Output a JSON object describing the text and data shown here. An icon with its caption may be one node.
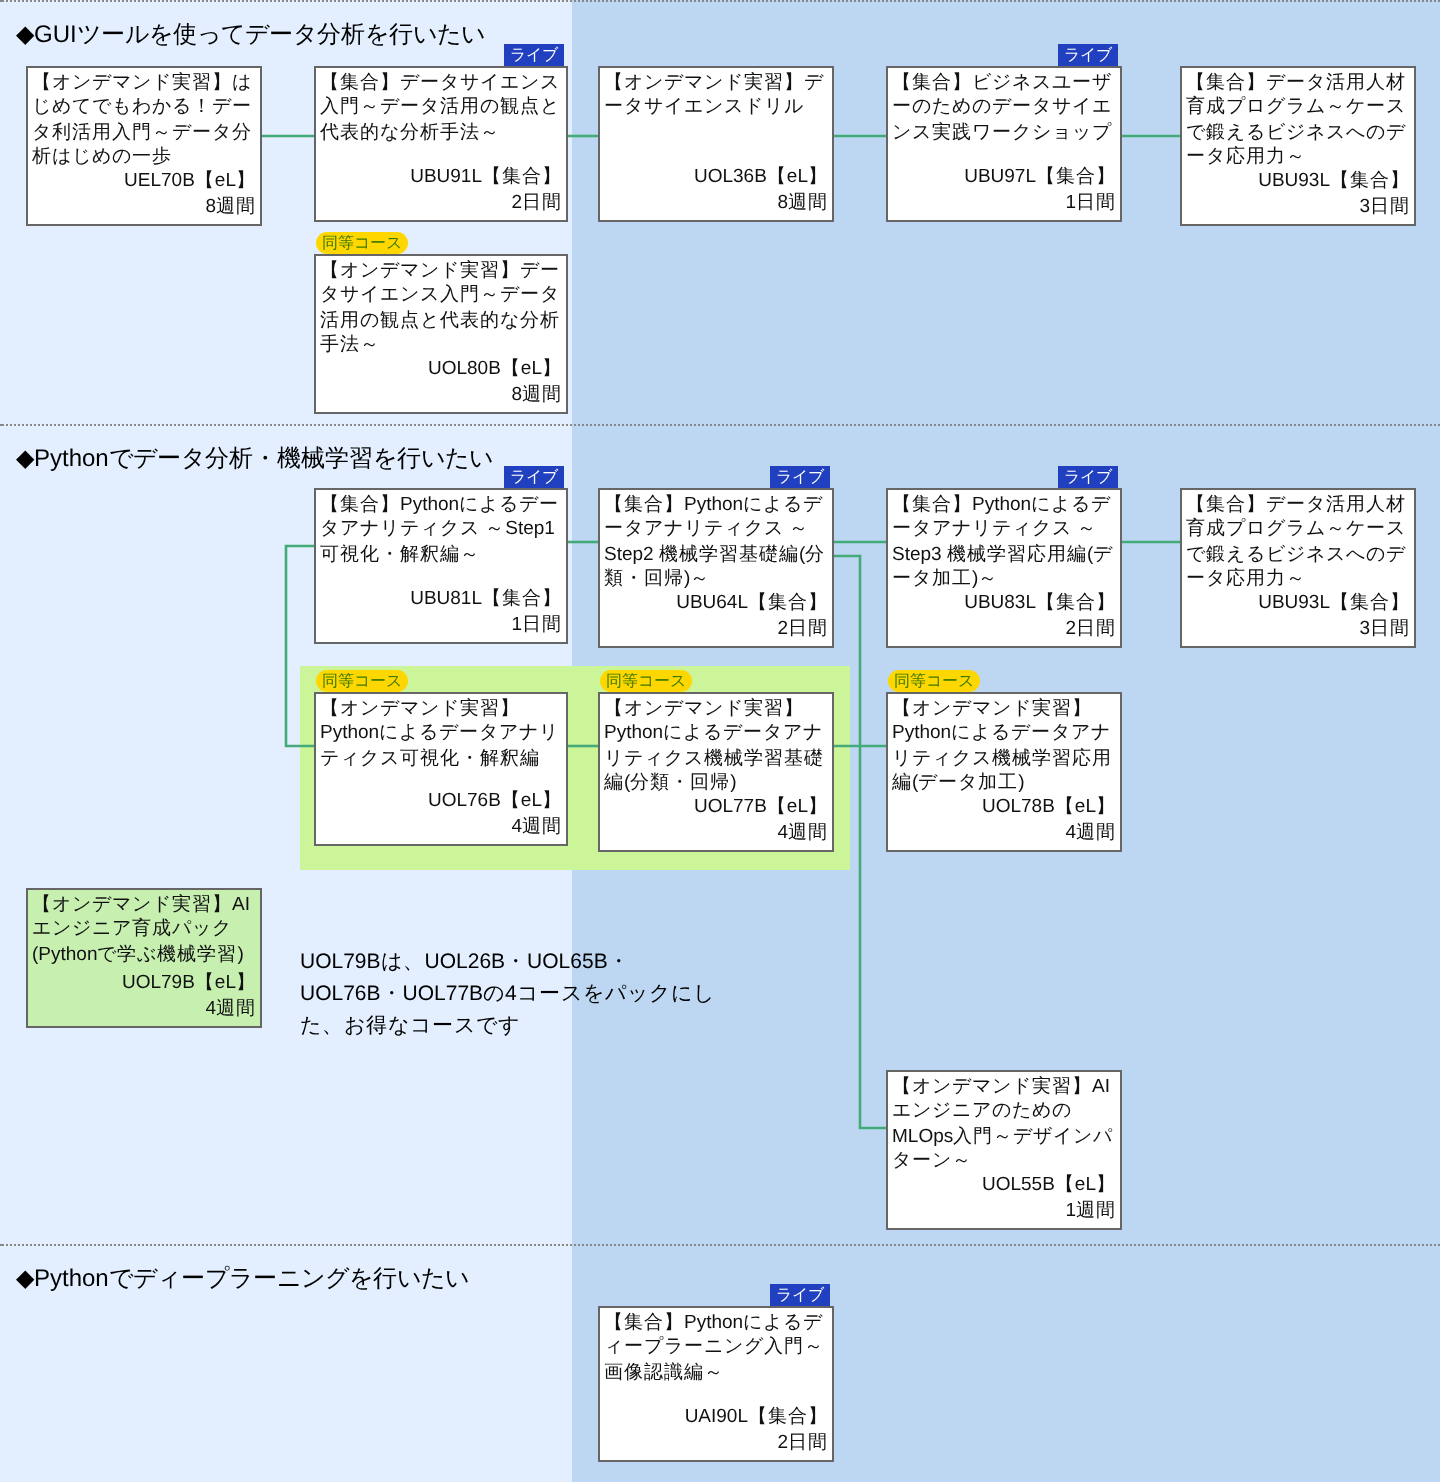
{
  "diagram": {
    "nodes": [
      {
        "text": [
          "◆GUIツールを使ってデータ分析を行いたい"
        ]
      },
      {
        "text": [
          "【オンデマンド実習】はじめてでもわかる！データ利活用入門～データ分析はじめの一歩",
          "UEL70B【eL】",
          "8週間"
        ],
        "in": 0
      },
      {
        "text": [
          "【集合】データサイエンス入門～データ活用の観点と代表的な分析手法～",
          "UBU91L【集合】",
          "2日間"
        ],
        "beside": [
          "ライブ"
        ],
        "in": 0
      },
      {
        "text": [
          "【オンデマンド実習】データサイエンス入門～データ活用の観点と代表的な分析手法～",
          "UOL80B【eL】",
          "8週間"
        ],
        "beside": [
          "同等コース"
        ],
        "in": 0
      },
      {
        "text": [
          "【オンデマンド実習】データサイエンスドリル",
          "UOL36B【eL】",
          "8週間"
        ],
        "in": 0
      },
      {
        "text": [
          "【集合】ビジネスユーザーのためのデータサイエンス実践ワークショップ",
          "UBU97L【集合】",
          "1日間"
        ],
        "beside": [
          "ライブ"
        ],
        "in": 0
      },
      {
        "text": [
          "【集合】データ活用人材育成プログラム～ケースで鍛えるビジネスへのデータ応用力～",
          "UBU93L【集合】",
          "3日間"
        ],
        "in": 0
      },
      {
        "text": [
          "◆Pythonでデータ分析・機械学習を行いたい"
        ]
      },
      {
        "text": [
          "【集合】Pythonによるデータアナリティクス ～Step1 可視化・解釈編～",
          "UBU81L【集合】",
          "1日間"
        ],
        "beside": [
          "ライブ"
        ],
        "in": 7
      },
      {
        "text": [
          "【集合】Pythonによるデータアナリティクス ～Step2 機械学習基礎編(分類・回帰)～",
          "UBU64L【集合】",
          "2日間"
        ],
        "beside": [
          "ライブ"
        ],
        "in": 7
      },
      {
        "text": [
          "【集合】Pythonによるデータアナリティクス ～Step3 機械学習応用編(データ加工)～",
          "UBU83L【集合】",
          "2日間"
        ],
        "beside": [
          "ライブ"
        ],
        "in": 7
      },
      {
        "text": [
          "【集合】データ活用人材育成プログラム～ケースで鍛えるビジネスへのデータ応用力～",
          "UBU93L【集合】",
          "3日間"
        ],
        "in": 7
      },
      {
        "text": [],
        "shape": "box",
        "in": 7
      },
      {
        "text": [
          "【オンデマンド実習】Pythonによるデータアナリティクス可視化・解釈編",
          "UOL76B【eL】",
          "4週間"
        ],
        "beside": [
          "同等コース"
        ],
        "in": 12
      },
      {
        "text": [
          "【オンデマンド実習】Pythonによるデータアナリティクス機械学習基礎編(分類・回帰)",
          "UOL77B【eL】",
          "4週間"
        ],
        "beside": [
          "同等コース"
        ],
        "in": 12
      },
      {
        "text": [
          "【オンデマンド実習】Pythonによるデータアナリティクス機械学習応用編(データ加工)",
          "UOL78B【eL】",
          "4週間"
        ],
        "beside": [
          "同等コース"
        ],
        "in": 7
      },
      {
        "text": [
          "【オンデマンド実習】AIエンジニア育成パック(Pythonで学ぶ機械学習)",
          "UOL79B【eL】",
          "4週間"
        ],
        "in": 7
      },
      {
        "text": [
          "【オンデマンド実習】AIエンジニアのためのMLOps入門～デザインパターン～",
          "UOL55B【eL】",
          "1週間"
        ],
        "in": 7
      },
      {
        "text": [
          "◆Pythonでディープラーニングを行いたい"
        ]
      },
      {
        "text": [
          "【集合】Pythonによるディープラーニング入門～画像認識編～",
          "UAI90L【集合】",
          "2日間"
        ],
        "beside": [
          "ライブ"
        ],
        "in": 18
      }
    ],
    "edges": [
      {
        "from": 1,
        "to": 2,
        "arrow": "none"
      },
      {
        "from": 2,
        "to": 4,
        "arrow": "none"
      },
      {
        "from": 4,
        "to": 5,
        "arrow": "none"
      },
      {
        "from": 5,
        "to": 6,
        "arrow": "none"
      },
      {
        "from": 8,
        "to": 9,
        "arrow": "none"
      },
      {
        "from": 9,
        "to": 10,
        "arrow": "none"
      },
      {
        "from": 10,
        "to": 11,
        "arrow": "none"
      },
      {
        "from": 8,
        "to": 13,
        "arrow": "none"
      },
      {
        "from": 13,
        "to": 14,
        "arrow": "none"
      },
      {
        "from": 14,
        "to": 15,
        "arrow": "none"
      },
      {
        "from": 9,
        "to": 17,
        "arrow": "none"
      }
    ],
    "labels": [
      "UOL79Bは、UOL26B・UOL65B・UOL76B・UOL77Bの4コースをパックにした、お得なコースです"
    ]
  }
}
